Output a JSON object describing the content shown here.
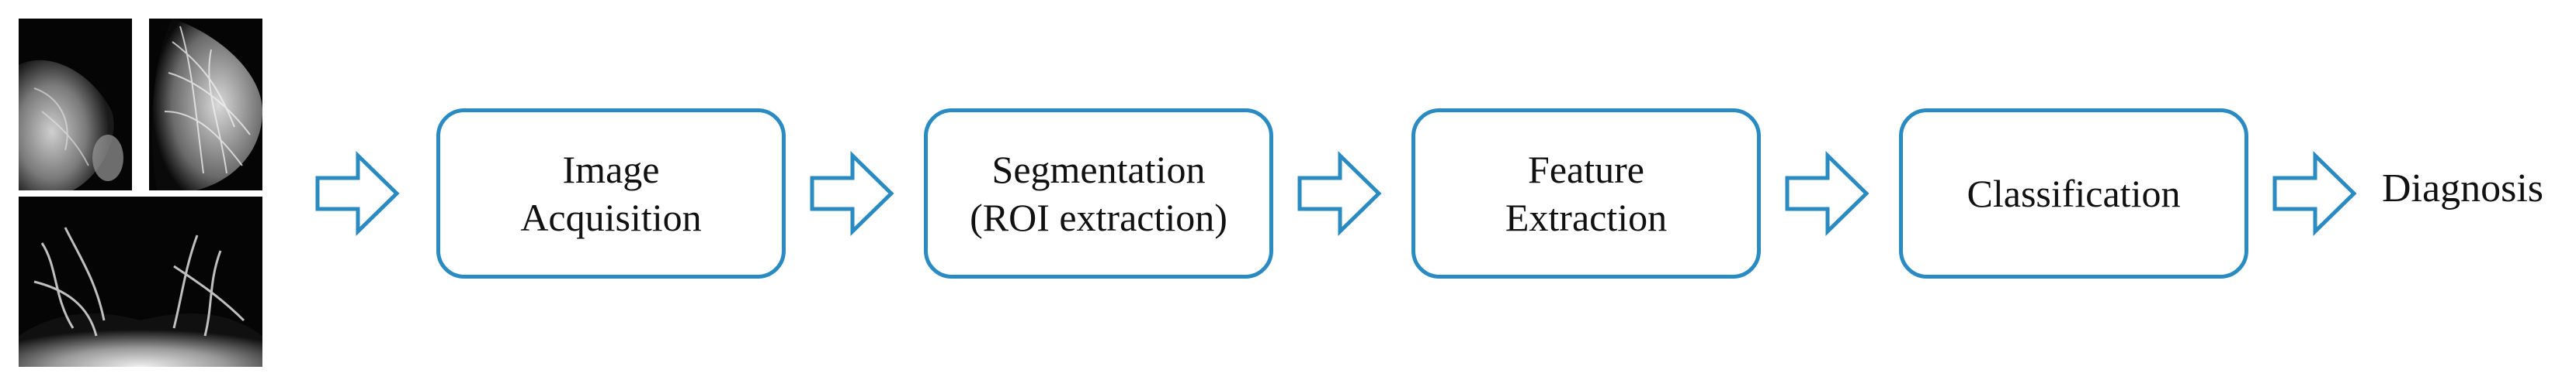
{
  "colors": {
    "box_border": "#2a8bc2",
    "arrow_stroke": "#2a8bc2",
    "text": "#111111"
  },
  "thumbnails": [
    {
      "name": "mammogram-left-thumbnail"
    },
    {
      "name": "mammogram-right-thumbnail"
    },
    {
      "name": "breast-mri-thumbnail"
    }
  ],
  "pipeline": {
    "steps": [
      {
        "lines": [
          "Image",
          "Acquisition"
        ]
      },
      {
        "lines": [
          "Segmentation",
          "(ROI extraction)"
        ]
      },
      {
        "lines": [
          "Feature",
          "Extraction"
        ]
      },
      {
        "lines": [
          "Classification"
        ]
      }
    ],
    "output": "Diagnosis",
    "arrow_icon": "hollow-right-arrow-icon"
  }
}
